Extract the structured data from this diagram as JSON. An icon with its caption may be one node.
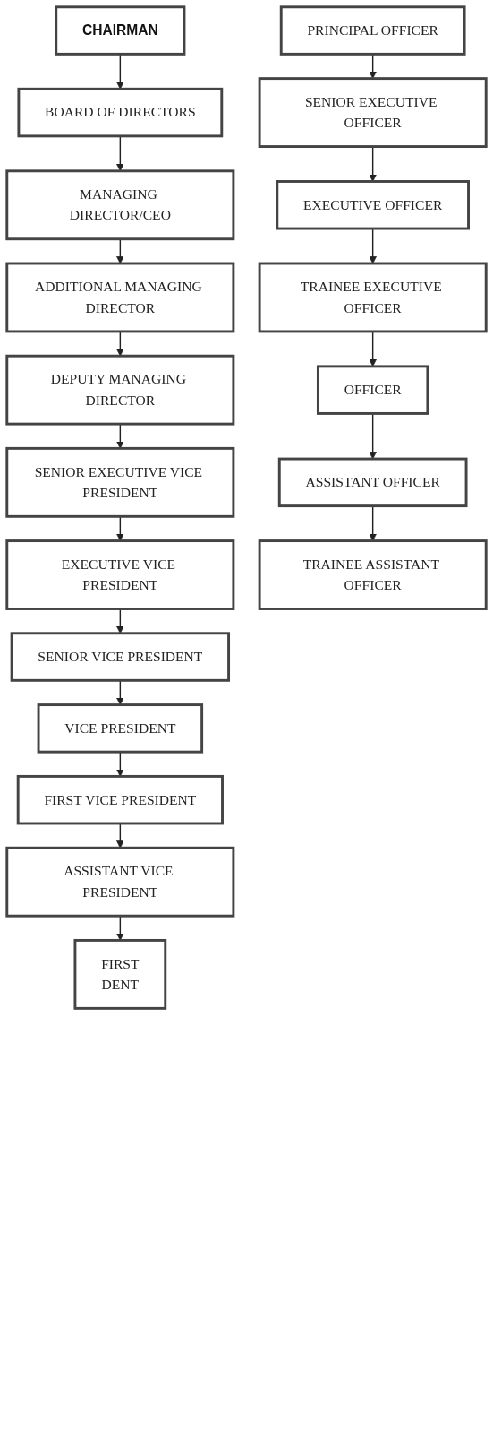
{
  "diagram": {
    "nodes": [
      {
        "text": [
          "CHAIRMAN"
        ]
      },
      {
        "text": [
          "BOARD OF DIRECTORS"
        ]
      },
      {
        "text": [
          "MANAGING DIRECTOR/CEO"
        ]
      },
      {
        "text": [
          "ADDITIONAL MANAGING DIRECTOR"
        ]
      },
      {
        "text": [
          "DEPUTY MANAGING DIRECTOR"
        ]
      },
      {
        "text": [
          "SENIOR EXECUTIVE VICE PRESIDENT"
        ]
      },
      {
        "text": [
          "EXECUTIVE VICE PRESIDENT"
        ]
      },
      {
        "text": [
          "SENIOR VICE PRESIDENT"
        ]
      },
      {
        "text": [
          "VICE PRESIDENT"
        ]
      },
      {
        "text": [
          "FIRST VICE PRESIDENT"
        ]
      },
      {
        "text": [
          "ASSISTANT VICE PRESIDENT"
        ]
      },
      {
        "text": [
          "FIRST",
          "DENT"
        ]
      },
      {
        "text": [
          "PRINCIPAL OFFICER"
        ]
      },
      {
        "text": [
          "SENIOR EXECUTIVE OFFICER"
        ]
      },
      {
        "text": [
          "EXECUTIVE OFFICER"
        ]
      },
      {
        "text": [
          "TRAINEE EXECUTIVE OFFICER"
        ]
      },
      {
        "text": [
          "OFFICER"
        ]
      },
      {
        "text": [
          "ASSISTANT OFFICER"
        ]
      },
      {
        "text": [
          "TRAINEE ASSISTANT OFFICER"
        ]
      }
    ],
    "edges": [
      {
        "from": 0,
        "to": 1,
        "arrow": "to"
      },
      {
        "from": 1,
        "to": 2,
        "arrow": "to"
      },
      {
        "from": 2,
        "to": 3,
        "arrow": "to"
      },
      {
        "from": 3,
        "to": 4,
        "arrow": "to"
      },
      {
        "from": 4,
        "to": 5,
        "arrow": "to"
      },
      {
        "from": 5,
        "to": 6,
        "arrow": "to"
      },
      {
        "from": 6,
        "to": 7,
        "arrow": "to"
      },
      {
        "from": 7,
        "to": 8,
        "arrow": "to"
      },
      {
        "from": 8,
        "to": 9,
        "arrow": "to"
      },
      {
        "from": 9,
        "to": 10,
        "arrow": "to"
      },
      {
        "from": 10,
        "to": 11,
        "arrow": "to"
      },
      {
        "from": 12,
        "to": 13,
        "arrow": "to"
      },
      {
        "from": 13,
        "to": 14,
        "arrow": "to"
      },
      {
        "from": 14,
        "to": 15,
        "arrow": "to"
      },
      {
        "from": 15,
        "to": 16,
        "arrow": "to"
      },
      {
        "from": 16,
        "to": 17,
        "arrow": "to"
      },
      {
        "from": 17,
        "to": 18,
        "arrow": "to"
      }
    ]
  }
}
